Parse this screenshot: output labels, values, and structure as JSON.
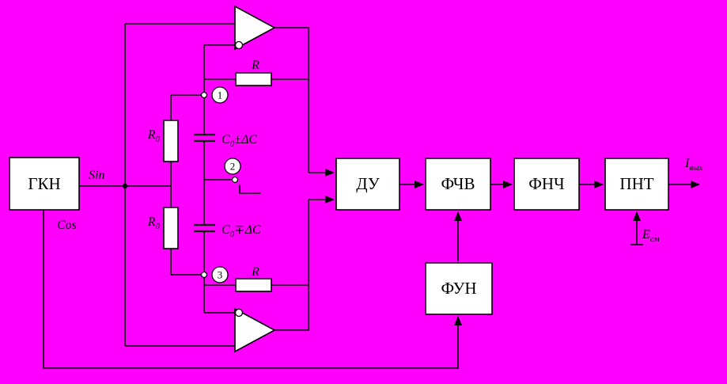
{
  "palette": {
    "background": "#FF00FF",
    "line": "#000000",
    "box_fill": "#FFFFFF"
  },
  "blocks": {
    "gkn": {
      "label": "ГКН"
    },
    "du": {
      "label": "ДУ"
    },
    "fchv": {
      "label": "ФЧВ"
    },
    "fnch": {
      "label": "ФНЧ"
    },
    "pnt": {
      "label": "ПНТ"
    },
    "fun": {
      "label": "ФУН"
    }
  },
  "signals": {
    "sin": "Sin",
    "cos": "Cos"
  },
  "components": {
    "r_top": "R",
    "r_bottom": "R",
    "r0_top": {
      "base": "R",
      "sub": "0"
    },
    "r0_bottom": {
      "base": "R",
      "sub": "0"
    },
    "cap_top": {
      "base": "C",
      "sub": "0",
      "delta": "±ΔC"
    },
    "cap_bottom": {
      "base": "C",
      "sub": "0",
      "delta": "∓ΔC"
    }
  },
  "terminals": {
    "n1": "1",
    "n2": "2",
    "n3": "3"
  },
  "outputs": {
    "i_out": {
      "base": "I",
      "sub": "вых"
    },
    "e_offset": {
      "base": "E",
      "sub": "см"
    }
  }
}
